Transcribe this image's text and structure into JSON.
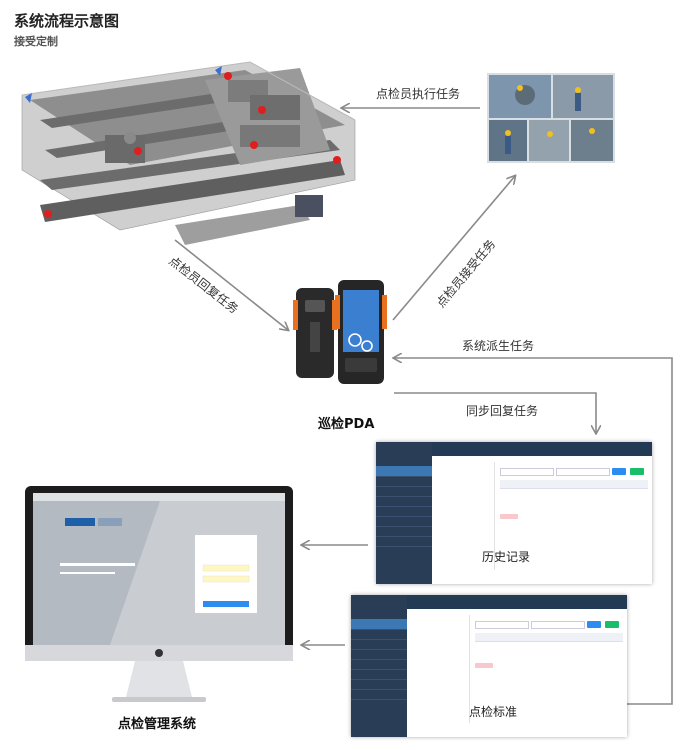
{
  "header": {
    "title": "系统流程示意图",
    "subtitle": "接受定制"
  },
  "flow_labels": {
    "inspector_execute": "点检员执行任务",
    "inspector_reply": "点检员回复任务",
    "inspector_accept": "点检员接受任务",
    "system_dispatch": "系统派生任务",
    "sync_reply": "同步回复任务"
  },
  "device_labels": {
    "pda": "巡检PDA",
    "management_system": "点检管理系统"
  },
  "panels": {
    "history": "历史记录",
    "standard": "点检标准"
  },
  "colors": {
    "arrow": "#8a8a8a",
    "machine_gray": "#7a7a7a",
    "marker_red": "#e01e1e",
    "pda_orange": "#e8701e"
  }
}
